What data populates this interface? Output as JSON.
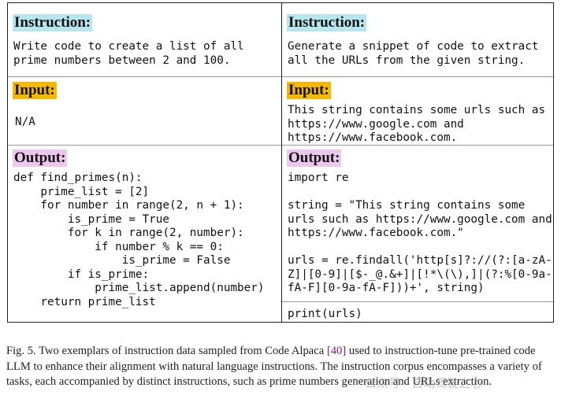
{
  "left": {
    "instruction_label": "Instruction:",
    "instruction_lines": [
      "Write code to create a list of all",
      "prime numbers between 2 and 100."
    ],
    "input_label": "Input:",
    "input_lines": [
      "N/A"
    ],
    "output_label": "Output:",
    "output_lines": [
      "def find_primes(n):",
      "    prime_list = [2]",
      "    for number in range(2, n + 1):",
      "        is_prime = True",
      "        for k in range(2, number):",
      "            if number % k == 0:",
      "                is_prime = False",
      "        if is_prime:",
      "            prime_list.append(number)",
      "    return prime_list"
    ]
  },
  "right": {
    "instruction_label": "Instruction:",
    "instruction_lines": [
      "Generate a snippet of code to extract",
      "all the URLs from the given string."
    ],
    "input_label": "Input:",
    "input_lines": [
      "This string contains some urls such as",
      "https://www.google.com and",
      "https://www.facebook.com."
    ],
    "output_label": "Output:",
    "output_lines": [
      "import re",
      "",
      "string = \"This string contains some",
      "urls such as https://www.google.com and",
      "https://www.facebook.com.\"",
      "",
      "urls = re.findall('http[s]?://(?:[a-zA-",
      "Z]|[0-9]|[$-_@.&+]|[!*\\(\\),]|(?:%[0-9a-",
      "fA-F][0-9a-fA-F]))+', string)"
    ],
    "print_line": "print(urls)"
  },
  "caption": {
    "fig_label": "Fig. 5.",
    "text_before_ref": "  Two exemplars of instruction data sampled from Code Alpaca ",
    "ref": "[40]",
    "text_after_ref": " used to instruction-tune pre-trained code LLM to enhance their alignment with natural language instructions. The instruction corpus encompasses a variety of tasks, each accompanied by distinct instructions, such as prime numbers generation and URLs extraction."
  },
  "watermark": "公众号 · 自动驾驶之心"
}
